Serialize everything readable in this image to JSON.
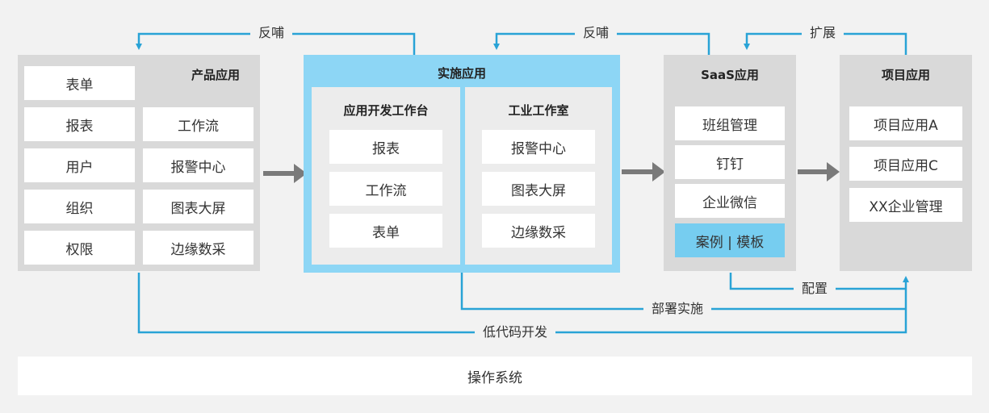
{
  "product": {
    "title": "产品应用",
    "left_items": [
      "表单",
      "报表",
      "用户",
      "组织",
      "权限"
    ],
    "right_items": [
      "工作流",
      "报警中心",
      "图表大屏",
      "边缘数采"
    ]
  },
  "implementation": {
    "title": "实施应用",
    "dev": {
      "title": "应用开发工作台",
      "items": [
        "报表",
        "工作流",
        "表单"
      ]
    },
    "studio": {
      "title": "工业工作室",
      "items": [
        "报警中心",
        "图表大屏",
        "边缘数采"
      ]
    }
  },
  "saas": {
    "title": "SaaS应用",
    "items": [
      "班组管理",
      "钉钉",
      "企业微信"
    ],
    "highlight": "案例 | 模板"
  },
  "project": {
    "title": "项目应用",
    "items": [
      "项目应用A",
      "项目应用C",
      "XX企业管理"
    ]
  },
  "flows": {
    "feedback_1": "反哺",
    "feedback_2": "反哺",
    "expand": "扩展",
    "config": "配置",
    "deploy": "部署实施",
    "lowcode": "低代码开发"
  },
  "os": {
    "label": "操作系统"
  },
  "colors": {
    "flow_line": "#29a3d6",
    "arrow_gray": "#7a7a7a",
    "panel_gray": "#d9d9d9",
    "highlight_blue": "#76cdf0",
    "impl_bg": "#8dd6f5"
  }
}
